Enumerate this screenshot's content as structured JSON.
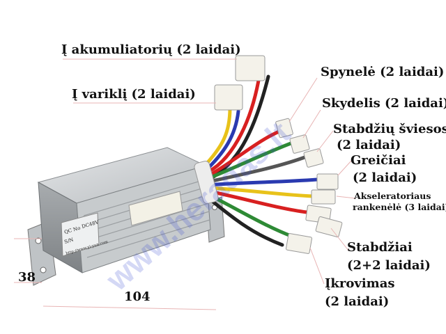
{
  "labels": {
    "battery": "Į akumuliatorių (2 laidai)",
    "motor": "Į variklį (2 laidai)",
    "lock": "Spynelė (2 laidai)",
    "panel": "Skydelis (2 laidai)",
    "brake_light_1": "Stabdžių šviesos",
    "brake_light_2": "(2 laidai)",
    "speeds_1": "Greičiai",
    "speeds_2": "(2 laidai)",
    "throttle_1": "Akseleratoriaus",
    "throttle_2": "rankenėlė (3 laidai)",
    "brakes_1": "Stabdžiai",
    "brakes_2": "(2+2 laidai)",
    "charging_1": "Įkrovimas",
    "charging_2": "(2 laidai)"
  },
  "dimensions": {
    "height": "38",
    "length": "104"
  },
  "controller": {
    "qc": "QC No",
    "model": "DC48V",
    "sn": "S/N",
    "site": "http://www.yi-yun.com"
  },
  "watermark": "www.heradas.lt",
  "colors": {
    "housing": "#c7cbcd",
    "wire_red": "#d82020",
    "wire_blue": "#2a3ab0",
    "wire_yellow": "#e8c21a",
    "wire_green": "#2e8a35",
    "watermark": "#3a4fd0"
  }
}
